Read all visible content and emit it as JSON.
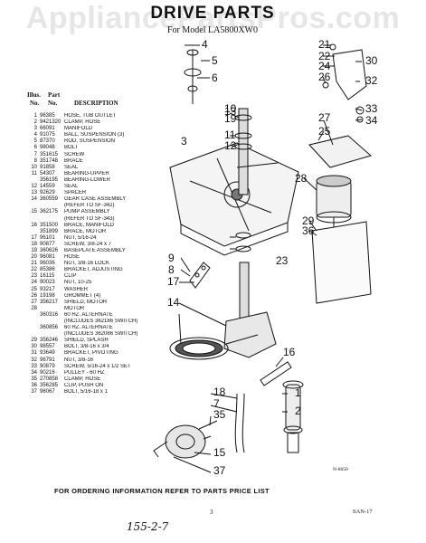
{
  "watermark": "AppliancePartsPros.com",
  "title": "DRIVE PARTS",
  "model_line": "For Model LA5800XW0",
  "table_header": {
    "illus": "Illus.",
    "no": "No.",
    "part": "Part",
    "part_no": "No.",
    "description": "DESCRIPTION"
  },
  "parts": [
    {
      "illus": "1",
      "part": "96385",
      "desc": "HOSE, TUB OUTLET"
    },
    {
      "illus": "2",
      "part": "9421320",
      "desc": "CLAMP, HOSE"
    },
    {
      "illus": "3",
      "part": "66091",
      "desc": "MANIFOLD"
    },
    {
      "illus": "4",
      "part": "91075",
      "desc": "BALL, SUSPENSION (3)"
    },
    {
      "illus": "5",
      "part": "87370",
      "desc": "ROD, SUSPENSION"
    },
    {
      "illus": "6",
      "part": "98048",
      "desc": "BOLT"
    },
    {
      "illus": "7",
      "part": "351615",
      "desc": "SCREW"
    },
    {
      "illus": "8",
      "part": "351748",
      "desc": "BRACE"
    },
    {
      "illus": "10",
      "part": "91858",
      "desc": "SEAL"
    },
    {
      "illus": "11",
      "part": "54307",
      "desc": "BEARING-UPPER"
    },
    {
      "illus": "",
      "part": "356195",
      "desc": "BEARING-LOWER"
    },
    {
      "illus": "12",
      "part": "14559",
      "desc": "SEAL"
    },
    {
      "illus": "13",
      "part": "92629",
      "desc": "SPACER"
    },
    {
      "illus": "14",
      "part": "360559",
      "desc": "GEAR CASE ASSEMBLY"
    },
    {
      "illus": "",
      "part": "",
      "desc": "(REFER TO SF-342)"
    },
    {
      "illus": "15",
      "part": "362175",
      "desc": "PUMP ASSEMBLY"
    },
    {
      "illus": "",
      "part": "",
      "desc": "(REFER TO SF-343)"
    },
    {
      "illus": "16",
      "part": "351500",
      "desc": "BRACE, MANIFOLD"
    },
    {
      "illus": "",
      "part": "351899",
      "desc": "BRACE, MOTOR"
    },
    {
      "illus": "17",
      "part": "96101",
      "desc": "NUT, 5/16-24"
    },
    {
      "illus": "18",
      "part": "90877",
      "desc": "SCREW, 3/8-24 x 7"
    },
    {
      "illus": "19",
      "part": "360626",
      "desc": "BASEPLATE ASSEMBLY"
    },
    {
      "illus": "20",
      "part": "96081",
      "desc": "HOSE"
    },
    {
      "illus": "21",
      "part": "96036",
      "desc": "NUT, 3/8-16 LOCK"
    },
    {
      "illus": "22",
      "part": "85386",
      "desc": "BRACKET, ADJUSTING"
    },
    {
      "illus": "23",
      "part": "16115",
      "desc": "CLIP"
    },
    {
      "illus": "24",
      "part": "90023",
      "desc": "NUT, 10-25"
    },
    {
      "illus": "25",
      "part": "93217",
      "desc": "WASHER"
    },
    {
      "illus": "26",
      "part": "19198",
      "desc": "GROMMET (4)"
    },
    {
      "illus": "27",
      "part": "356217",
      "desc": "SHIELD, MOTOR"
    },
    {
      "illus": "28",
      "part": "",
      "desc": "MOTOR"
    },
    {
      "illus": "",
      "part": "360316",
      "desc": "60 HZ. ALTERNATE"
    },
    {
      "illus": "",
      "part": "",
      "desc": "(INCLUDES 362186 SWITCH)"
    },
    {
      "illus": "",
      "part": "360856",
      "desc": "60 HZ. ALTERNATE"
    },
    {
      "illus": "",
      "part": "",
      "desc": "(INCLUDES 362086 SWITCH)"
    },
    {
      "illus": "29",
      "part": "356246",
      "desc": "SHIELD, SPLASH"
    },
    {
      "illus": "30",
      "part": "98557",
      "desc": "BOLT, 3/8-16 x 3/4"
    },
    {
      "illus": "31",
      "part": "93649",
      "desc": "BRACKET, PIVOTING"
    },
    {
      "illus": "32",
      "part": "96791",
      "desc": "NUT, 3/8-16"
    },
    {
      "illus": "33",
      "part": "90879",
      "desc": "SCREW, 5/16-24 x 1/2 SET"
    },
    {
      "illus": "34",
      "part": "90216",
      "desc": "PULLEY - 60 HZ"
    },
    {
      "illus": "35",
      "part": "270858",
      "desc": "CLAMP, HOSE"
    },
    {
      "illus": "36",
      "part": "356285",
      "desc": "CLIP, PUSH ON"
    },
    {
      "illus": "37",
      "part": "96067",
      "desc": "BOLT, 5/16-18 x 1"
    }
  ],
  "callouts": [
    "4",
    "5",
    "6",
    "10",
    "11",
    "12",
    "13",
    "19",
    "21",
    "22",
    "24",
    "26",
    "27",
    "25",
    "33",
    "34",
    "30",
    "32",
    "28",
    "29",
    "36",
    "23",
    "9",
    "8",
    "17",
    "14",
    "16",
    "1",
    "2",
    "18",
    "35",
    "37",
    "15",
    "7",
    "3"
  ],
  "diagram_ref": "N-8650",
  "footer": "FOR ORDERING INFORMATION REFER TO PARTS PRICE LIST",
  "page_number": "3",
  "code": "SAN-17",
  "handwritten": "155-2-7"
}
